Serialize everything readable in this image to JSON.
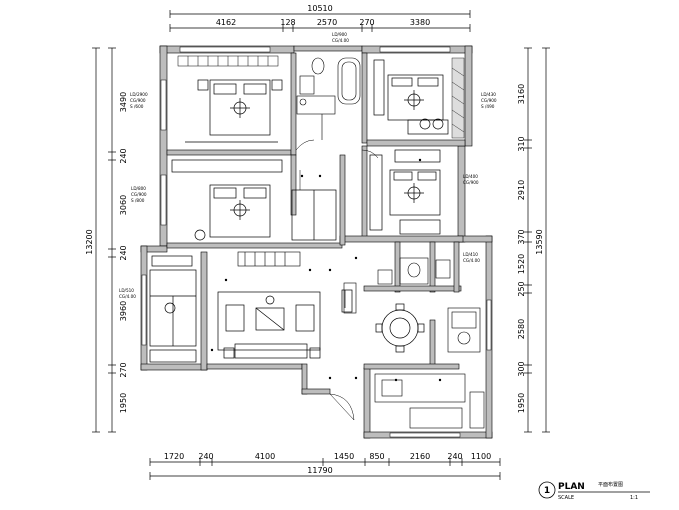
{
  "dimensions": {
    "top_total": "10510",
    "top_segments": [
      "4162",
      "128",
      "2570",
      "270",
      "3380"
    ],
    "bottom_total": "11790",
    "bottom_segments": [
      "1720",
      "240",
      "4100",
      "1450",
      "850",
      "2160",
      "240",
      "1100"
    ],
    "left_total": "13200",
    "left_segments": [
      "3490",
      "240",
      "3060",
      "240",
      "3960",
      "270",
      "1950"
    ],
    "right_total": "13590",
    "right_segments": [
      "3160",
      "310",
      "2910",
      "370",
      "1520",
      "250",
      "2580",
      "300",
      "1950"
    ]
  },
  "room_labels": {
    "top_center": [
      "LD/900",
      "CG/4.00"
    ],
    "master_bed": [
      "LD/2900",
      "CG/900",
      "S /600"
    ],
    "bed_ne": [
      "LD/430",
      "CG/900",
      "S /490"
    ],
    "bed_w": [
      "LD/800",
      "CG/900",
      "S /800"
    ],
    "bed_e": [
      "LD/400",
      "CG/900"
    ],
    "study": [
      "LD/510",
      "CG/4.00"
    ],
    "kitchen": [
      "LD/410",
      "CG/4.00"
    ]
  },
  "title": {
    "main": "PLAN",
    "scale": "SCALE",
    "sub": "平面布置图",
    "num": "1:1"
  }
}
